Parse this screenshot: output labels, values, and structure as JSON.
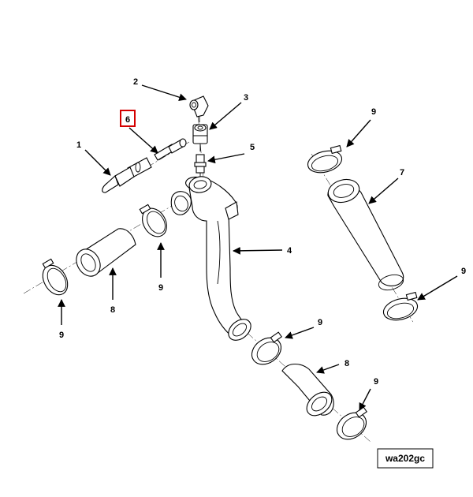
{
  "diagram": {
    "figure_id": "wa202gc",
    "highlighted_callout": "6",
    "callouts": {
      "c1": "1",
      "c2": "2",
      "c3": "3",
      "c4": "4",
      "c5": "5",
      "c6": "6",
      "c7": "7",
      "c8a": "8",
      "c8b": "8",
      "c9a": "9",
      "c9b": "9",
      "c9c": "9",
      "c9d": "9",
      "c9e": "9",
      "c9f": "9"
    },
    "colors": {
      "line": "#000000",
      "highlight": "#d40000",
      "background": "#ffffff"
    }
  }
}
